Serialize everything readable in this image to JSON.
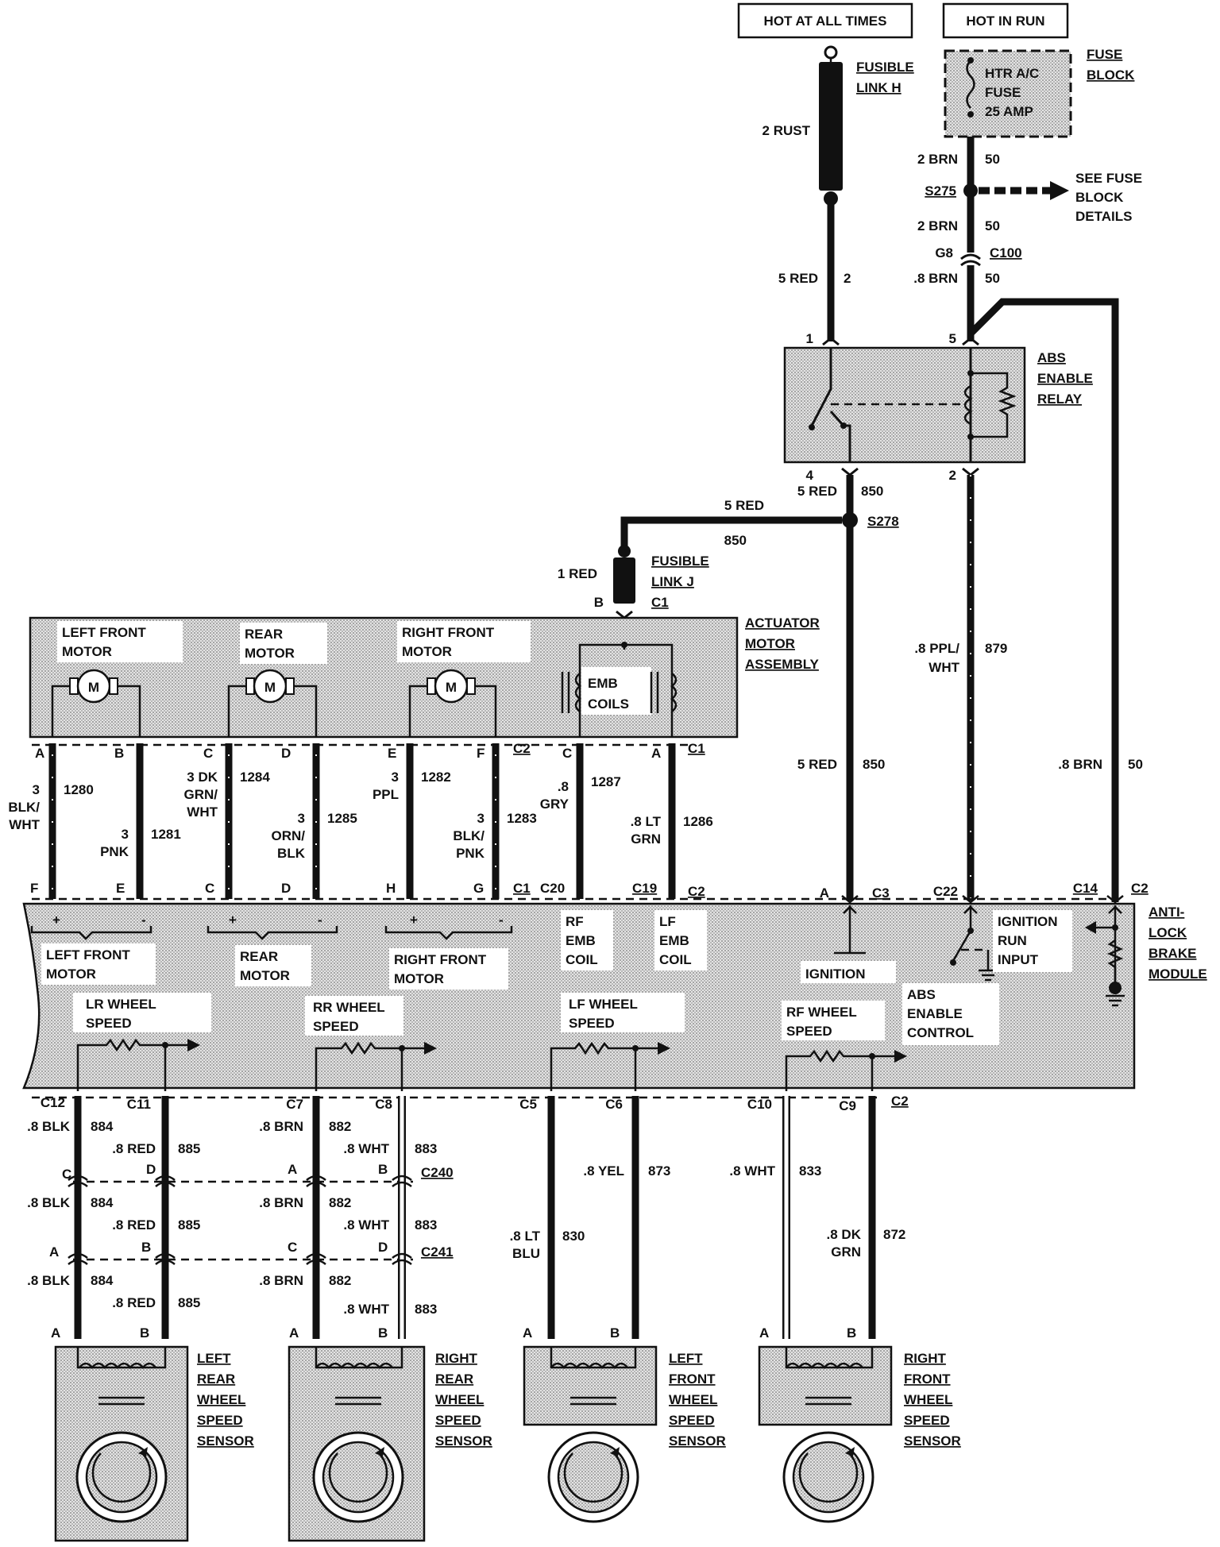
{
  "power": {
    "hot_at_all_times": "HOT AT ALL TIMES",
    "hot_in_run": "HOT IN RUN",
    "fusible_link_h": [
      "FUSIBLE",
      "LINK H"
    ],
    "fuse_block": [
      "FUSE",
      "BLOCK"
    ],
    "fuse": [
      "HTR A/C",
      "FUSE",
      "25 AMP"
    ],
    "rust": "2 RUST",
    "brn_top": "2 BRN",
    "c50_a": "50",
    "s275": "S275",
    "see_fuse": [
      "SEE FUSE",
      "BLOCK",
      "DETAILS"
    ],
    "brn_mid": "2 BRN",
    "c50_b": "50",
    "g8": "G8",
    "c100": "C100",
    "red5": "5 RED",
    "c2": "2",
    "brn8": ".8 BRN",
    "c50_c": "50"
  },
  "relay": {
    "pin1": "1",
    "pin5": "5",
    "pin4": "4",
    "pin2": "2",
    "name": [
      "ABS",
      "ENABLE",
      "RELAY"
    ],
    "red5": "5 RED",
    "c850": "850",
    "s278": "S278",
    "red5_b": "5 RED",
    "c850_b": "850"
  },
  "fusible_j": {
    "red1": "1 RED",
    "name": [
      "FUSIBLE",
      "LINK J"
    ],
    "pin_b": "B",
    "c1": "C1"
  },
  "actuator": {
    "name": [
      "ACTUATOR",
      "MOTOR",
      "ASSEMBLY"
    ],
    "left_front": [
      "LEFT FRONT",
      "MOTOR"
    ],
    "rear": [
      "REAR",
      "MOTOR"
    ],
    "right_front": [
      "RIGHT FRONT",
      "MOTOR"
    ],
    "emb": [
      "EMB",
      "COILS"
    ],
    "motor_glyph": "M"
  },
  "mid_wires": {
    "pins_top": [
      "A",
      "B",
      "C",
      "D",
      "E",
      "F",
      "C",
      "A"
    ],
    "c2_top": "C2",
    "c1_top": "C1",
    "w1": [
      "3",
      "BLK/",
      "WHT"
    ],
    "n1280": "1280",
    "w2": [
      "3",
      "PNK"
    ],
    "n1281": "1281",
    "w3": [
      "3 DK",
      "GRN/",
      "WHT"
    ],
    "n1284": "1284",
    "w4": [
      "3",
      "ORN/",
      "BLK"
    ],
    "n1285": "1285",
    "w5": [
      "3",
      "PPL"
    ],
    "n1282": "1282",
    "w6": [
      "3",
      "BLK/",
      "PNK"
    ],
    "n1283": "1283",
    "w7": [
      ".8",
      "GRY"
    ],
    "n1287": "1287",
    "w8": [
      ".8 LT",
      "GRN"
    ],
    "n1286": "1286",
    "ppl": [
      ".8 PPL/",
      "WHT"
    ],
    "n879": "879",
    "red5": "5 RED",
    "n850": "850",
    "brn": ".8 BRN",
    "n50": "50",
    "pins_bot": [
      "F",
      "E",
      "C",
      "D",
      "H",
      "G"
    ],
    "c1_bot": "C1",
    "c20": "C20",
    "c19": "C19",
    "c2_bot": "C2",
    "a_c3": "A",
    "c3": "C3",
    "c22": "C22",
    "c14": "C14",
    "c2_right": "C2"
  },
  "module": {
    "name": [
      "ANTI-",
      "LOCK",
      "BRAKE",
      "MODULE"
    ],
    "lf_motor": [
      "LEFT FRONT",
      "MOTOR"
    ],
    "rear_motor": [
      "REAR",
      "MOTOR"
    ],
    "rf_motor": [
      "RIGHT FRONT",
      "MOTOR"
    ],
    "rf_emb": [
      "RF",
      "EMB",
      "COIL"
    ],
    "lf_emb": [
      "LF",
      "EMB",
      "COIL"
    ],
    "ignition": "IGNITION",
    "ign_run": [
      "IGNITION",
      "RUN",
      "INPUT"
    ],
    "abs_enable": [
      "ABS",
      "ENABLE",
      "CONTROL"
    ],
    "lr_speed": [
      "LR WHEEL",
      "SPEED"
    ],
    "rr_speed": [
      "RR WHEEL",
      "SPEED"
    ],
    "lf_speed": [
      "LF WHEEL",
      "SPEED"
    ],
    "rf_speed": [
      "RF WHEEL",
      "SPEED"
    ],
    "plus": "+",
    "minus": "-"
  },
  "bottom": {
    "conn_top": [
      "C12",
      "C11",
      "C7",
      "C8",
      "C5",
      "C6",
      "C10",
      "C9"
    ],
    "c2": "C2",
    "blk": ".8 BLK",
    "n884": "884",
    "red": ".8 RED",
    "n885": "885",
    "brn": ".8 BRN",
    "n882": "882",
    "wht": ".8 WHT",
    "n883": "883",
    "c240": "C240",
    "c241": "C241",
    "pin_c": "C",
    "pin_d": "D",
    "pin_a": "A",
    "pin_b": "B",
    "yel": ".8 YEL",
    "n873": "873",
    "wht2": ".8 WHT",
    "n833": "833",
    "ltblu": [
      ".8 LT",
      "BLU"
    ],
    "n830": "830",
    "dkgrn": [
      ".8 DK",
      "GRN"
    ],
    "n872": "872",
    "lr_sensor": [
      "LEFT",
      "REAR",
      "WHEEL",
      "SPEED",
      "SENSOR"
    ],
    "rr_sensor": [
      "RIGHT",
      "REAR",
      "WHEEL",
      "SPEED",
      "SENSOR"
    ],
    "lf_sensor": [
      "LEFT",
      "FRONT",
      "WHEEL",
      "SPEED",
      "SENSOR"
    ],
    "rf_sensor": [
      "RIGHT",
      "FRONT",
      "WHEEL",
      "SPEED",
      "SENSOR"
    ]
  }
}
